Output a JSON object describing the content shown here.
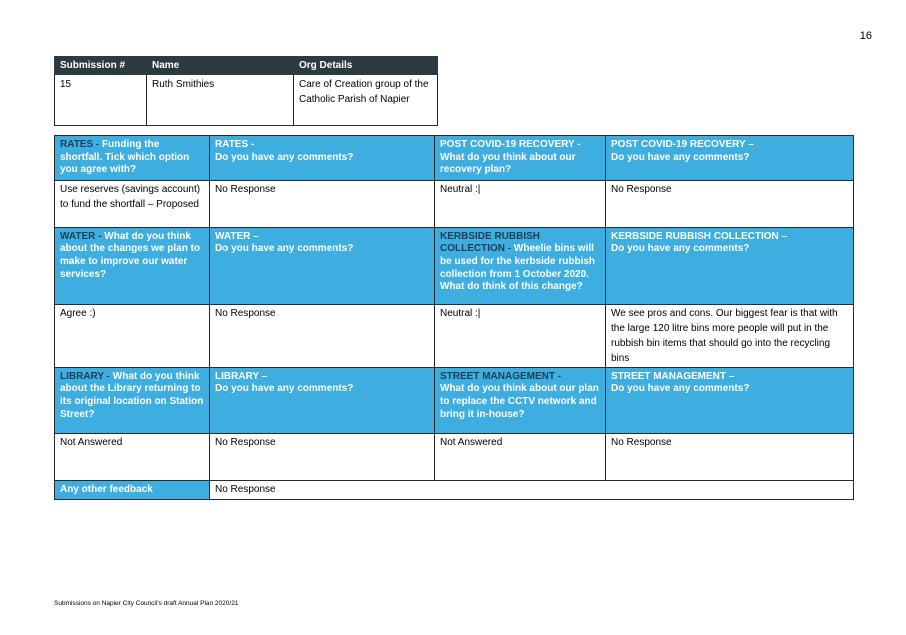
{
  "page_number": "16",
  "submitter_table": {
    "headers": [
      "Submission #",
      "Name",
      "Org Details"
    ],
    "row": [
      "15",
      "Ruth Smithies",
      "Care of Creation group of the Catholic Parish of Napier"
    ]
  },
  "sections": [
    {
      "topics": [
        {
          "key": "RATES",
          "sep": " - ",
          "question": "Funding the shortfall. Tick which option you agree with?"
        },
        {
          "key": "RATES",
          "sep": " - ",
          "question": "Do you have any comments?"
        },
        {
          "key": "POST COVID-19 RECOVERY",
          "sep": " - ",
          "question": "What do you think about our recovery plan?"
        },
        {
          "key": "POST COVID-19 RECOVERY",
          "sep": " – ",
          "question": "Do you have any comments?"
        }
      ],
      "answers": [
        "Use reserves (savings account) to fund the shortfall – Proposed",
        "No Response",
        "Neutral :|",
        "No Response"
      ]
    },
    {
      "topics": [
        {
          "key": "WATER",
          "sep": " - ",
          "question": "What do you think about the changes we plan to make to improve our water services?"
        },
        {
          "key": "WATER",
          "sep": " – ",
          "question": "Do you have any comments?"
        },
        {
          "key": "KERBSIDE RUBBISH COLLECTION",
          "sep": " - ",
          "question": "Wheelie bins will be used for the kerbside rubbish collection from 1 October 2020. What do think of this change?"
        },
        {
          "key": "KERBSIDE RUBBISH COLLECTION",
          "sep": " – ",
          "question": "Do you have any comments?"
        }
      ],
      "answers": [
        "Agree :)",
        "No Response",
        "Neutral :|",
        "We see pros and cons. Our biggest fear is that with the large 120 litre bins more people will put in the rubbish bin items that should go into the recycling bins"
      ]
    },
    {
      "topics": [
        {
          "key": "LIBRARY",
          "sep": " - ",
          "question": "What do you think about the Library returning to its original location on Station Street?"
        },
        {
          "key": "LIBRARY",
          "sep": " – ",
          "question": "Do you have any comments?"
        },
        {
          "key": "STREET MANAGEMENT",
          "sep": " - ",
          "question": "What do you think about our plan to replace the CCTV network and bring it in-house?"
        },
        {
          "key": "STREET MANAGEMENT",
          "sep": " – ",
          "question": "Do you have any comments?"
        }
      ],
      "answers": [
        "Not Answered",
        "No Response",
        "Not Answered",
        "No Response"
      ]
    }
  ],
  "other_feedback": {
    "label": "Any other feedback",
    "answer": "No Response"
  },
  "footer": "Submissions on Napier City Council's draft Annual Plan 2020/21",
  "colors": {
    "header_bg": "#3eaee1",
    "header_text": "#ffffff",
    "key_text": "#1f3e55",
    "table_header_bg": "#2d3a40"
  }
}
